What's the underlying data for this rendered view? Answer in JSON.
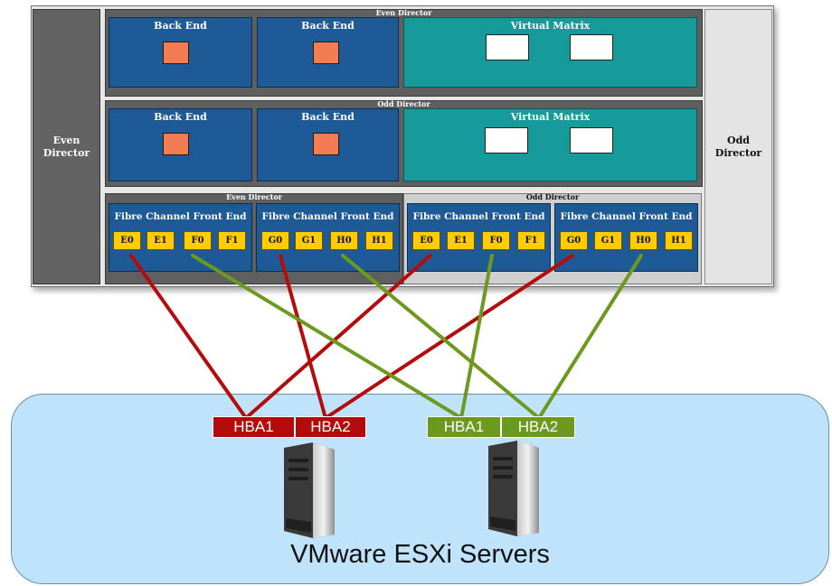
{
  "chassis": {
    "side_left": "Even\nDirector",
    "side_right": "Odd\nDirector",
    "top_director": {
      "label": "Even Director",
      "back_end_1": "Back End",
      "back_end_2": "Back End",
      "virtual_matrix": "Virtual Matrix"
    },
    "middle_director": {
      "label": "Odd Director",
      "back_end_1": "Back End",
      "back_end_2": "Back End",
      "virtual_matrix": "Virtual Matrix"
    },
    "front_end": {
      "even_label": "Even Director",
      "odd_label": "Odd Director",
      "modules": [
        {
          "title": "Fibre Channel Front End",
          "ports": [
            "E0",
            "E1",
            "F0",
            "F1"
          ]
        },
        {
          "title": "Fibre Channel Front End",
          "ports": [
            "G0",
            "G1",
            "H0",
            "H1"
          ]
        },
        {
          "title": "Fibre Channel Front End",
          "ports": [
            "E0",
            "E1",
            "F0",
            "F1"
          ]
        },
        {
          "title": "Fibre Channel Front End",
          "ports": [
            "G0",
            "G1",
            "H0",
            "H1"
          ]
        }
      ]
    }
  },
  "servers": {
    "title": "VMware ESXi Servers",
    "hbas": [
      "HBA1",
      "HBA2",
      "HBA1",
      "HBA2"
    ]
  },
  "colors": {
    "red_path": "#b40c0c",
    "green_path": "#6c9a1e",
    "back_end_blue": "#1e5b96",
    "virtual_matrix_teal": "#169a9a",
    "port_yellow": "#ffcc00"
  }
}
